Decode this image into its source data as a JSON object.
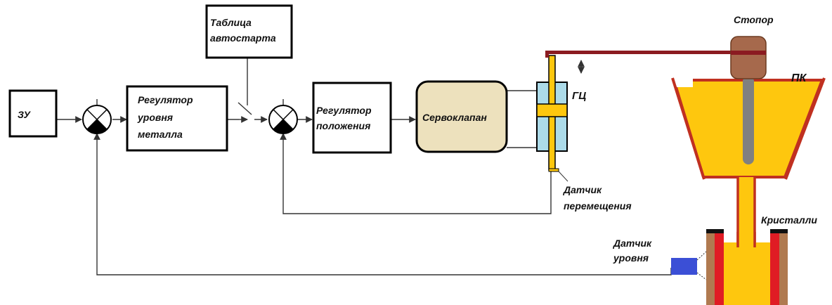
{
  "blocks": {
    "memory_unit": "ЗУ",
    "level_regulator": [
      "Регулятор",
      "уровня",
      "металла"
    ],
    "autostart_table": [
      "Таблица",
      "автостарта"
    ],
    "position_regulator": [
      "Регулятор",
      "положения"
    ],
    "servo_valve": "Сервоклапан"
  },
  "labels": {
    "hydro_cylinder": "ГЦ",
    "stopper": "Стопор",
    "tundish": "ПК",
    "displacement_sensor": [
      "Датчик",
      "перемещения"
    ],
    "crystallizer": "Кристалли",
    "level_sensor": [
      "Датчик",
      "уровня"
    ]
  },
  "colors": {
    "block_border": "#000000",
    "servo_fill": "#ede1bd",
    "cylinder_fill": "#acdbe9",
    "piston_fill": "#fec70e",
    "rod_color": "#8b1b21",
    "stopper_fill": "#a6694c",
    "stopper_rod": "#808080",
    "tundish_border": "#c03020",
    "metal_fill": "#fec70e",
    "mold_wall": "#e01c24",
    "mold_outer": "#b07a50",
    "level_sensor_fill": "#3b4fd6",
    "signal_line": "#333333"
  }
}
